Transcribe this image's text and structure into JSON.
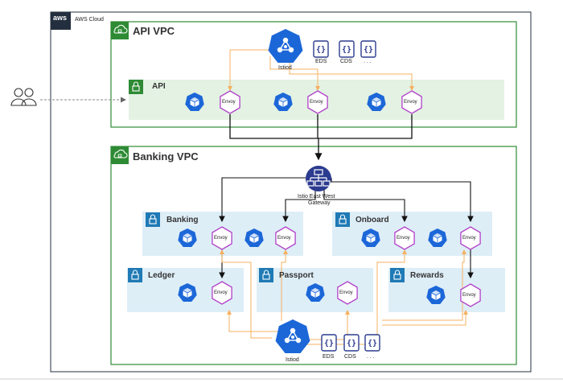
{
  "cloud": {
    "label": "AWS Cloud",
    "logo_text": "aws"
  },
  "users": {
    "icon": "users-icon"
  },
  "api_vpc": {
    "title": "API VPC",
    "subnet_label": "API",
    "istiod_label": "Istiod",
    "config_items": [
      "EDS",
      "CDS",
      ". . ."
    ],
    "envoy_label": "Envoy"
  },
  "banking_vpc": {
    "title": "Banking VPC",
    "gateway_label_line1": "Istio East West",
    "gateway_label_line2": "Gateway",
    "subnets": {
      "banking": "Banking",
      "onboard": "Onboard",
      "ledger": "Ledger",
      "passport": "Passport",
      "rewards": "Rewards"
    },
    "istiod_label": "Istiod",
    "config_items": [
      "EDS",
      "CDS",
      ". . ."
    ],
    "envoy_label": "Envoy"
  },
  "colors": {
    "vpc_border": "#2e8b34",
    "subnet_fill_green": "#e3f2e3",
    "subnet_fill_blue": "#deeef7",
    "subnet_icon_blue": "#1f7ab5",
    "kube_blue": "#1c67d8",
    "envoy_purple": "#b040c8",
    "flow_orange": "#f5b060",
    "gateway_navy": "#2b3b8f"
  }
}
